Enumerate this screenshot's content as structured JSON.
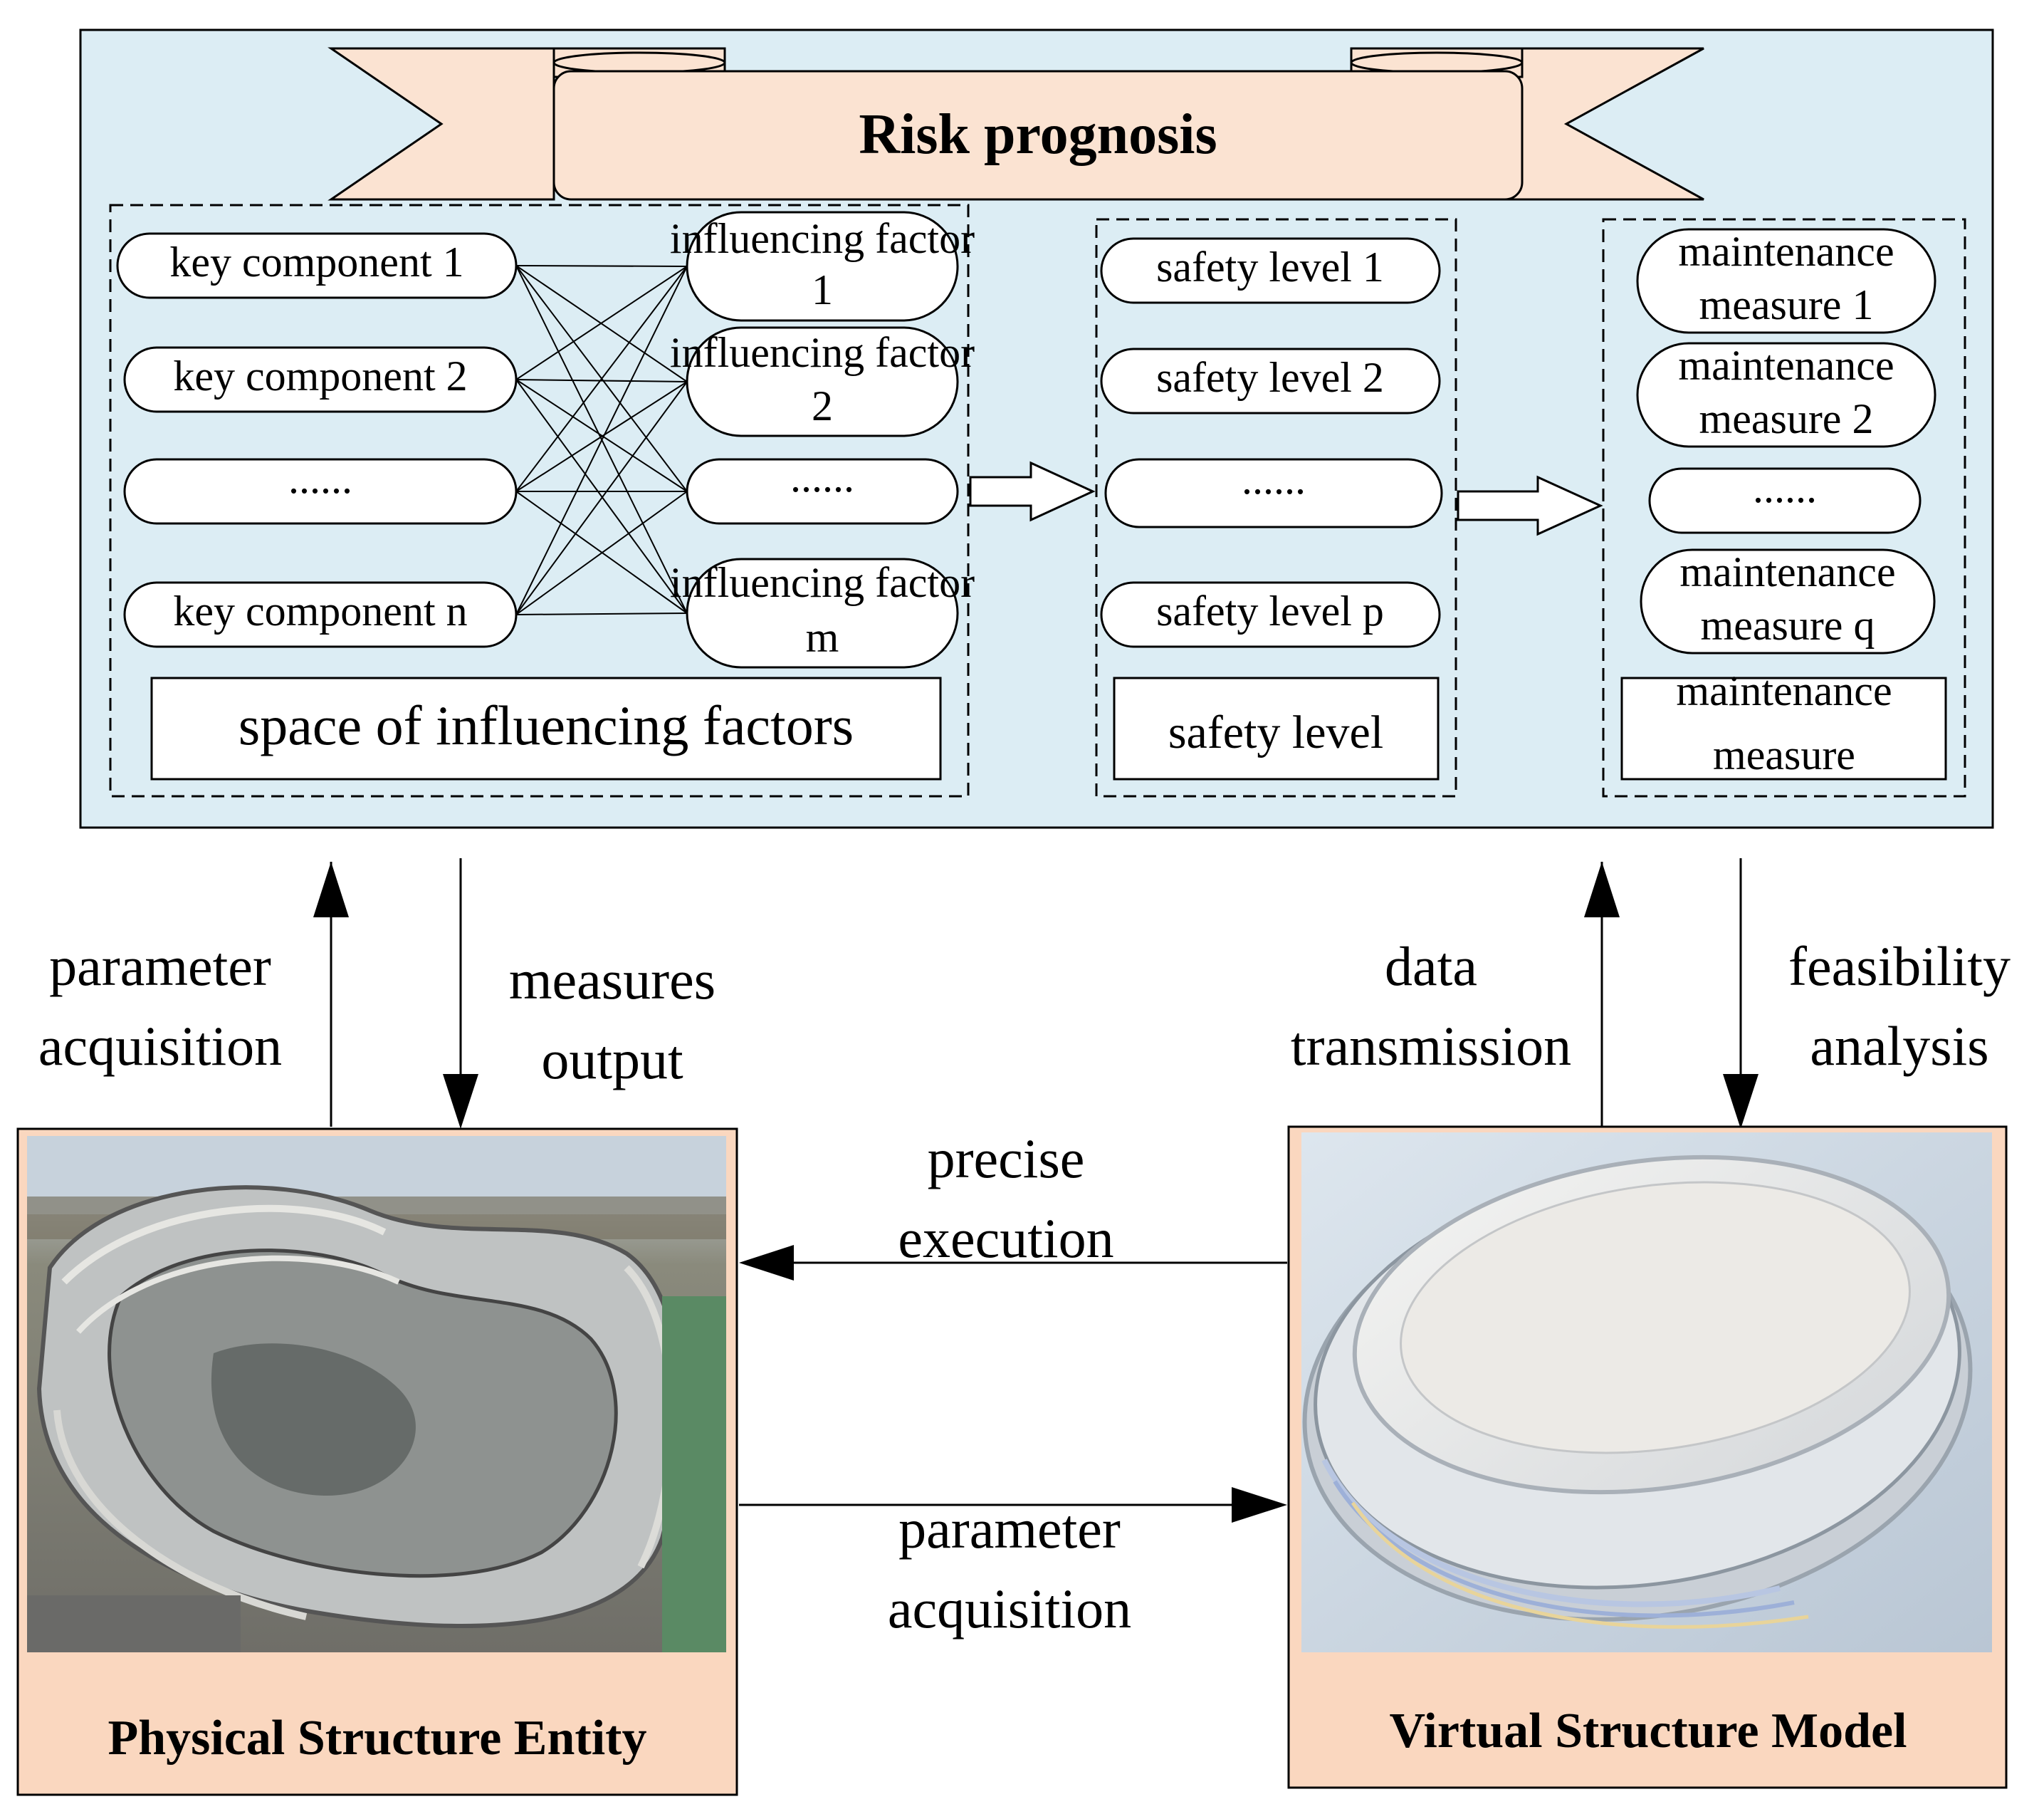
{
  "title": "Risk prognosis",
  "influencing_space": {
    "components": [
      "key component 1",
      "key component 2",
      "......",
      "key component n"
    ],
    "factors": [
      "influencing factor 1",
      "influencing factor 2",
      "......",
      "influencing factor m"
    ],
    "label": "space of influencing factors"
  },
  "safety": {
    "levels": [
      "safety level 1",
      "safety level 2",
      "......",
      "safety level p"
    ],
    "label": "safety level"
  },
  "maintenance": {
    "measures": [
      "maintenance measure 1",
      "maintenance measure 2",
      "......",
      "maintenance measure q"
    ],
    "label": "maintenance measure"
  },
  "flows": {
    "parameter_acquisition_up": "parameter acquisition",
    "measures_output": "measures output",
    "data_transmission": "data transmission",
    "feasibility_analysis": "feasibility analysis",
    "precise_execution": "precise execution",
    "parameter_acquisition_bottom": "parameter acquisition"
  },
  "physical_entity": {
    "label": "Physical Structure Entity"
  },
  "virtual_model": {
    "label": "Virtual Structure Model"
  },
  "colors": {
    "panel_bg": "#dcedf4",
    "banner_fill": "#fbe3d2",
    "entity_bg": "#fad7bf",
    "line": "#000000"
  }
}
